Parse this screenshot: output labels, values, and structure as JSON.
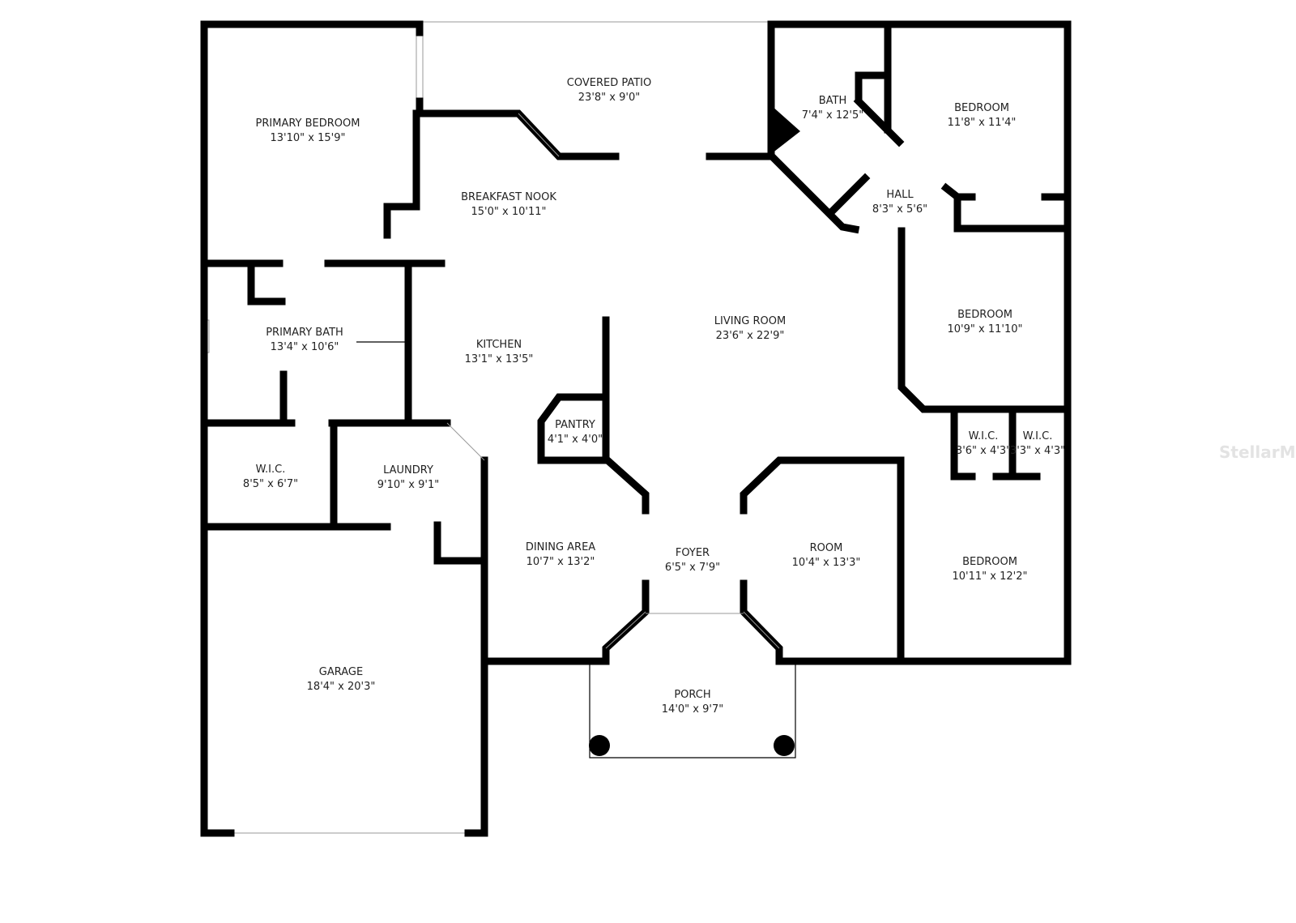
{
  "floorplan": {
    "rooms": [
      {
        "name": "PRIMARY BEDROOM",
        "dims": "13'10\" x 15'9\""
      },
      {
        "name": "COVERED PATIO",
        "dims": "23'8\" x 9'0\""
      },
      {
        "name": "BATH",
        "dims": "7'4\" x 12'5\""
      },
      {
        "name": "BEDROOM",
        "dims": "11'8\" x 11'4\""
      },
      {
        "name": "HALL",
        "dims": "8'3\" x 5'6\""
      },
      {
        "name": "BREAKFAST NOOK",
        "dims": "15'0\" x 10'11\""
      },
      {
        "name": "LIVING ROOM",
        "dims": "23'6\" x 22'9\""
      },
      {
        "name": "BEDROOM",
        "dims": "10'9\" x 11'10\""
      },
      {
        "name": "PRIMARY BATH",
        "dims": "13'4\" x 10'6\""
      },
      {
        "name": "KITCHEN",
        "dims": "13'1\" x 13'5\""
      },
      {
        "name": "PANTRY",
        "dims": "4'1\" x 4'0\""
      },
      {
        "name": "W.I.C.",
        "dims": "3'6\" x 4'3\""
      },
      {
        "name": "W.I.C.",
        "dims": "3'3\" x 4'3\""
      },
      {
        "name": "W.I.C.",
        "dims": "8'5\" x 6'7\""
      },
      {
        "name": "LAUNDRY",
        "dims": "9'10\" x 9'1\""
      },
      {
        "name": "DINING AREA",
        "dims": "10'7\" x 13'2\""
      },
      {
        "name": "FOYER",
        "dims": "6'5\" x 7'9\""
      },
      {
        "name": "ROOM",
        "dims": "10'4\" x 13'3\""
      },
      {
        "name": "BEDROOM",
        "dims": "10'11\" x 12'2\""
      },
      {
        "name": "GARAGE",
        "dims": "18'4\" x 20'3\""
      },
      {
        "name": "PORCH",
        "dims": "14'0\" x 9'7\""
      }
    ],
    "watermark": "StellarMLS"
  }
}
